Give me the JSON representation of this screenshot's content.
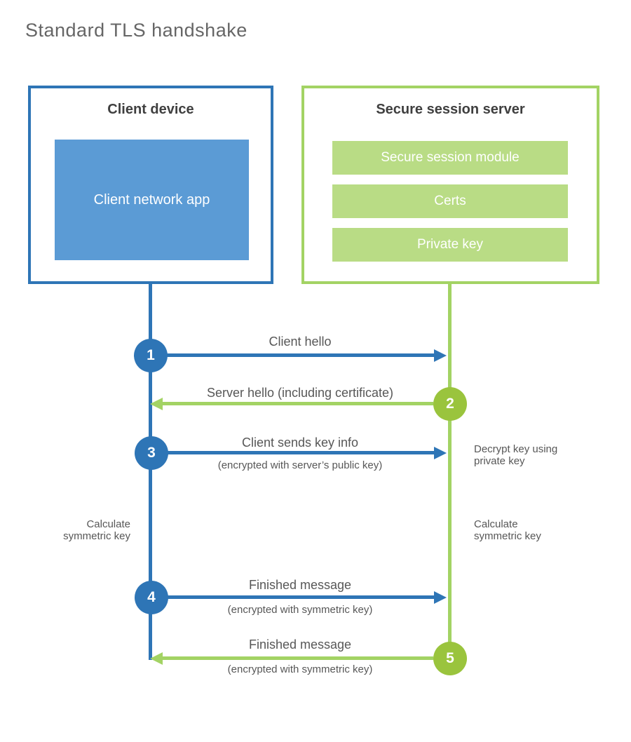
{
  "title": "Standard TLS handshake",
  "colors": {
    "blue": "#2e75b6",
    "blue_fill": "#5b9bd5",
    "green_line": "#a3d364",
    "green_circle": "#9ac43d",
    "green_fill": "#b9dc85",
    "heading_text": "#3f3f3f",
    "label_text": "#575757"
  },
  "client": {
    "title": "Client device",
    "app_label": "Client network app"
  },
  "server": {
    "title": "Secure session server",
    "modules": [
      "Secure session module",
      "Certs",
      "Private key"
    ]
  },
  "steps": [
    {
      "num": "1",
      "label": "Client hello",
      "sub": "",
      "direction": "right"
    },
    {
      "num": "2",
      "label": "Server hello (including certificate)",
      "sub": "",
      "direction": "left"
    },
    {
      "num": "3",
      "label": "Client sends key info",
      "sub": "(encrypted with server’s public key)",
      "direction": "right"
    },
    {
      "num": "4",
      "label": "Finished message",
      "sub": "(encrypted with symmetric key)",
      "direction": "right"
    },
    {
      "num": "5",
      "label": "Finished message",
      "sub": "(encrypted with symmetric key)",
      "direction": "left"
    }
  ],
  "notes": {
    "decrypt": "Decrypt key using private key",
    "calc_left": "Calculate symmetric key",
    "calc_right": "Calculate symmetric key"
  }
}
